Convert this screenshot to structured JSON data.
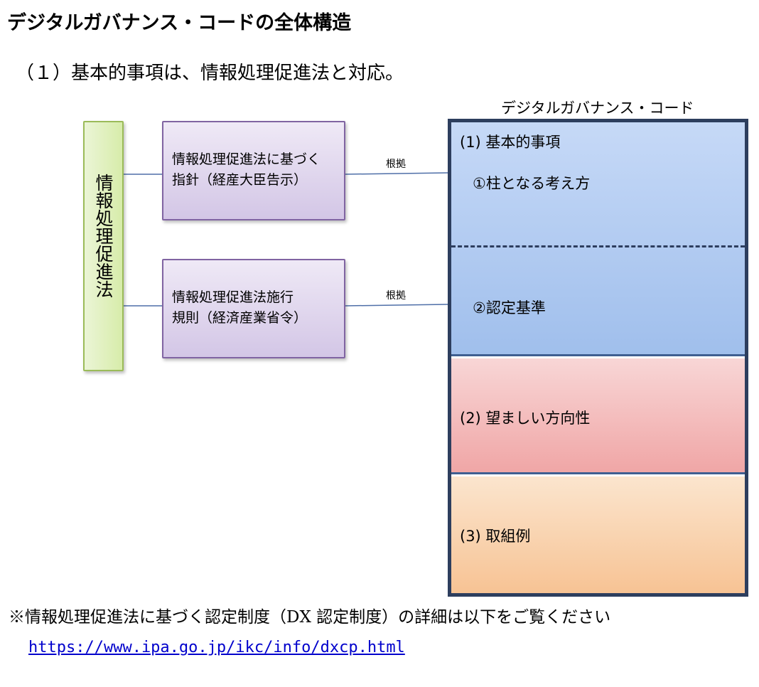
{
  "heading": "デジタルガバナンス・コードの全体構造",
  "subheading": "（１）基本的事項は、情報処理促進法と対応。",
  "diagram": {
    "law": "情報処理促進法",
    "guideline": [
      "情報処理促進法に基づく",
      "指針（経産大臣告示）"
    ],
    "rule": [
      "情報処理促進法施行",
      "規則（経済産業省令）"
    ],
    "basis_label": "根拠",
    "code_title": "デジタルガバナンス・コード",
    "sections": {
      "basic": "(1) 基本的事項",
      "pillar": "①柱となる考え方",
      "criteria": "②認定基準",
      "desirable": "(2) 望ましい方向性",
      "examples": "(3) 取組例"
    },
    "colors": {
      "law_border": "#9bbb59",
      "purple_border": "#8064a2",
      "frame": "#2d3e5e",
      "connector": "#4f6fa8"
    }
  },
  "note": "※情報処理促進法に基づく認定制度（DX 認定制度）の詳細は以下をご覧ください",
  "url": "https://www.ipa.go.jp/ikc/info/dxcp.html"
}
